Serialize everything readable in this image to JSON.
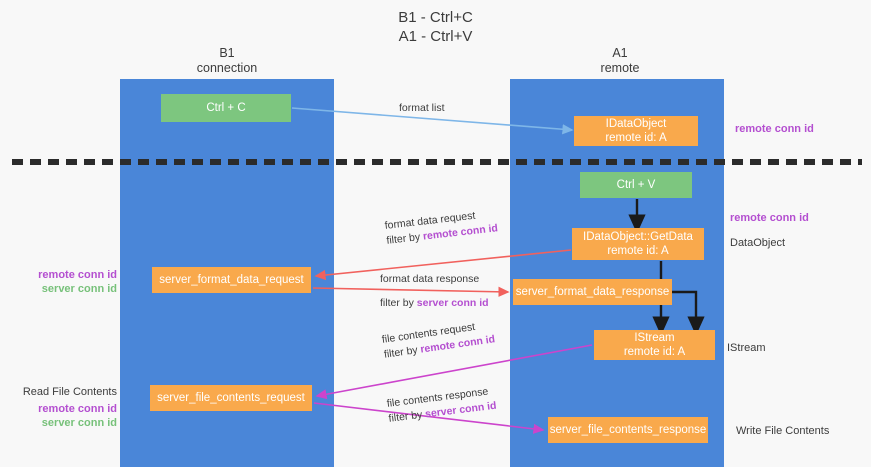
{
  "title": {
    "line1": "B1 - Ctrl+C",
    "line2": "A1 - Ctrl+V"
  },
  "columns": [
    {
      "name": "B1",
      "role": "connection"
    },
    {
      "name": "A1",
      "role": "remote"
    }
  ],
  "boxes": {
    "ctrl_c": {
      "label": "Ctrl + C",
      "color": "#7dc67f"
    },
    "idataobject": {
      "line1": "IDataObject",
      "line2": "remote id: A",
      "color": "#f9a94c"
    },
    "ctrl_v": {
      "label": "Ctrl + V",
      "color": "#7dc67f"
    },
    "getdata": {
      "line1": "IDataObject::GetData",
      "line2": "remote id: A",
      "color": "#f9a94c"
    },
    "server_format_data_request": {
      "label": "server_format_data_request",
      "color": "#f9a94c"
    },
    "server_format_data_response": {
      "label": "server_format_data_response",
      "color": "#f9a94c"
    },
    "istream": {
      "line1": "IStream",
      "line2": "remote id: A",
      "color": "#f9a94c"
    },
    "server_file_contents_request": {
      "label": "server_file_contents_request",
      "color": "#f9a94c"
    },
    "server_file_contents_response": {
      "label": "server_file_contents_response",
      "color": "#f9a94c"
    }
  },
  "arrow_labels": {
    "format_list": "format list",
    "format_data_request": "format data request",
    "format_data_request_filter_prefix": "filter by ",
    "format_data_request_filter_key": "remote conn id",
    "format_data_response": "format data response",
    "format_data_response_filter_prefix": "filter by ",
    "format_data_response_filter_key": "server conn id",
    "file_contents_request": "file contents request",
    "file_contents_request_filter_prefix": "filter by ",
    "file_contents_request_filter_key": "remote conn id",
    "file_contents_response": "file contents response",
    "file_contents_response_filter_prefix": "filter by ",
    "file_contents_response_filter_key": "server conn id"
  },
  "side_labels": {
    "remote_conn_id_top": "remote conn id",
    "remote_conn_id_mid": "remote conn id",
    "dataobject": "DataObject",
    "istream": "IStream",
    "write_file_contents": "Write File Contents",
    "read_file_contents": "Read File Contents",
    "left_remote_conn_id_1": "remote conn id",
    "left_server_conn_id_1": "server conn id",
    "left_remote_conn_id_2": "remote conn id",
    "left_server_conn_id_2": "server conn id"
  },
  "colors": {
    "lane": "#4a86d8",
    "green_box": "#7dc67f",
    "orange_box": "#f9a94c",
    "purple_text": "#b44fd0",
    "green_text": "#77c17a",
    "blue_arrow": "#7eb6e8",
    "red_arrow": "#f1615d",
    "magenta_arrow": "#cc44cc",
    "black_arrow": "#1a1a1a",
    "divider": "#2b2b2b"
  }
}
